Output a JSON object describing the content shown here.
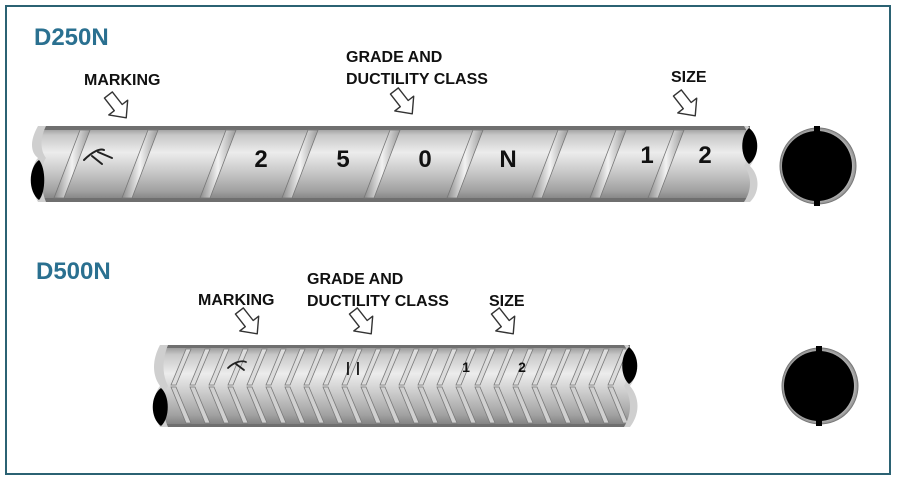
{
  "bars": [
    {
      "title": "D250N",
      "labels": {
        "marking": "MARKING",
        "grade_line1": "GRADE AND",
        "grade_line2": "DUCTILITY CLASS",
        "size": "SIZE"
      },
      "characters": [
        "2",
        "5",
        "0",
        "N"
      ],
      "size_digits": [
        "1",
        "2"
      ]
    },
    {
      "title": "D500N",
      "labels": {
        "marking": "MARKING",
        "grade_line1": "GRADE AND",
        "grade_line2": "DUCTILITY CLASS",
        "size": "SIZE"
      },
      "characters": [
        "|",
        "|"
      ],
      "size_digits": [
        "1",
        "2"
      ]
    }
  ],
  "colors": {
    "frame": "#2b6273",
    "title": "#2a7090",
    "bar_light": "#e2e2e2",
    "bar_mid": "#b5b5b5",
    "bar_dark": "#7a7a7a",
    "cross_section": "#000000"
  }
}
